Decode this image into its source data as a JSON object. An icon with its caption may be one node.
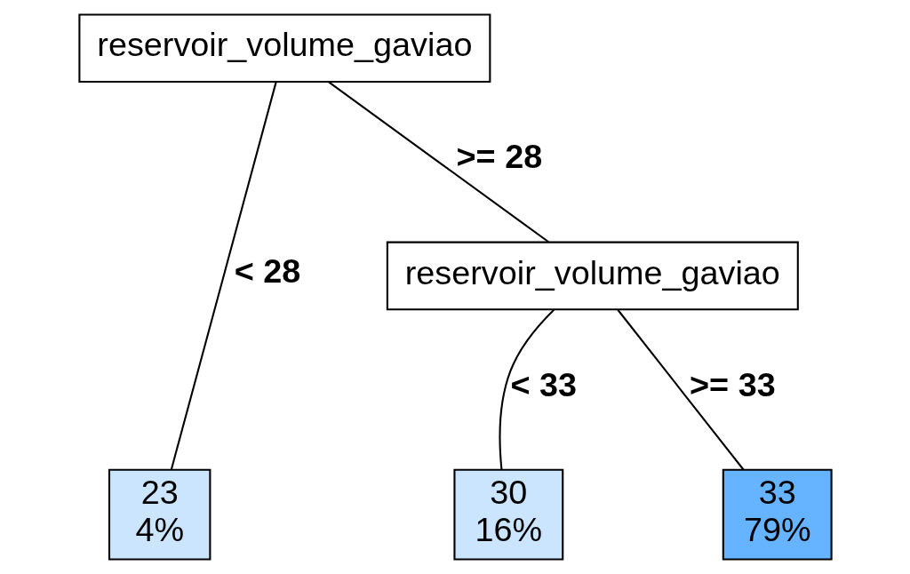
{
  "diagram": {
    "nodes": [
      {
        "text": [
          "reservoir_volume_gaviao"
        ]
      },
      {
        "text": [
          "23",
          "4%"
        ]
      },
      {
        "text": [
          "reservoir_volume_gaviao"
        ]
      },
      {
        "text": [
          "30",
          "16%"
        ]
      },
      {
        "text": [
          "33",
          "79%"
        ]
      }
    ],
    "edges": [
      {
        "from": 0,
        "to": 1,
        "arrow": "none",
        "label": "< 28"
      },
      {
        "from": 0,
        "to": 2,
        "arrow": "none",
        "label": ">= 28"
      },
      {
        "from": 2,
        "to": 3,
        "arrow": "none",
        "label": "< 33"
      },
      {
        "from": 2,
        "to": 4,
        "arrow": "none",
        "label": ">= 33"
      }
    ]
  }
}
